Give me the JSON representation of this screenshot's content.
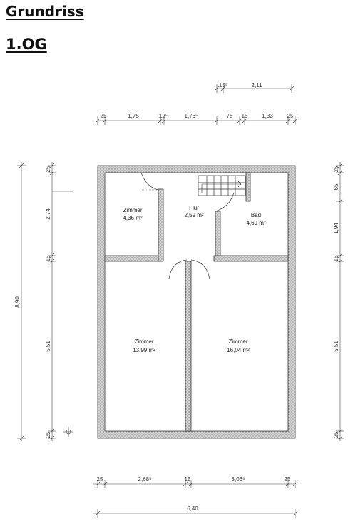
{
  "title": "Grundriss",
  "floor": "1.OG",
  "rooms": [
    {
      "name": "Zimmer",
      "area": "4,36 m²"
    },
    {
      "name": "Flur",
      "area": "2,59 m²"
    },
    {
      "name": "Bad",
      "area": "4,69 m²"
    },
    {
      "name": "Zimmer",
      "area": "13,99 m²"
    },
    {
      "name": "Zimmer",
      "area": "16,04 m²"
    }
  ],
  "dimensions": {
    "top_upper": [
      "15⁵",
      "2,11"
    ],
    "top": [
      "25",
      "1,75",
      "12⁵",
      "1,76⁵",
      "78",
      "15",
      "1,33",
      "25"
    ],
    "bottom": [
      "25",
      "2,68⁵",
      "15",
      "3,06⁵",
      "25"
    ],
    "bottom_total": "6,40",
    "left": [
      "25",
      "2,74",
      "15",
      "5,51",
      "25"
    ],
    "left_total": "8,90",
    "right": [
      "25",
      "65",
      "1,94",
      "15",
      "5,51",
      "25"
    ]
  }
}
